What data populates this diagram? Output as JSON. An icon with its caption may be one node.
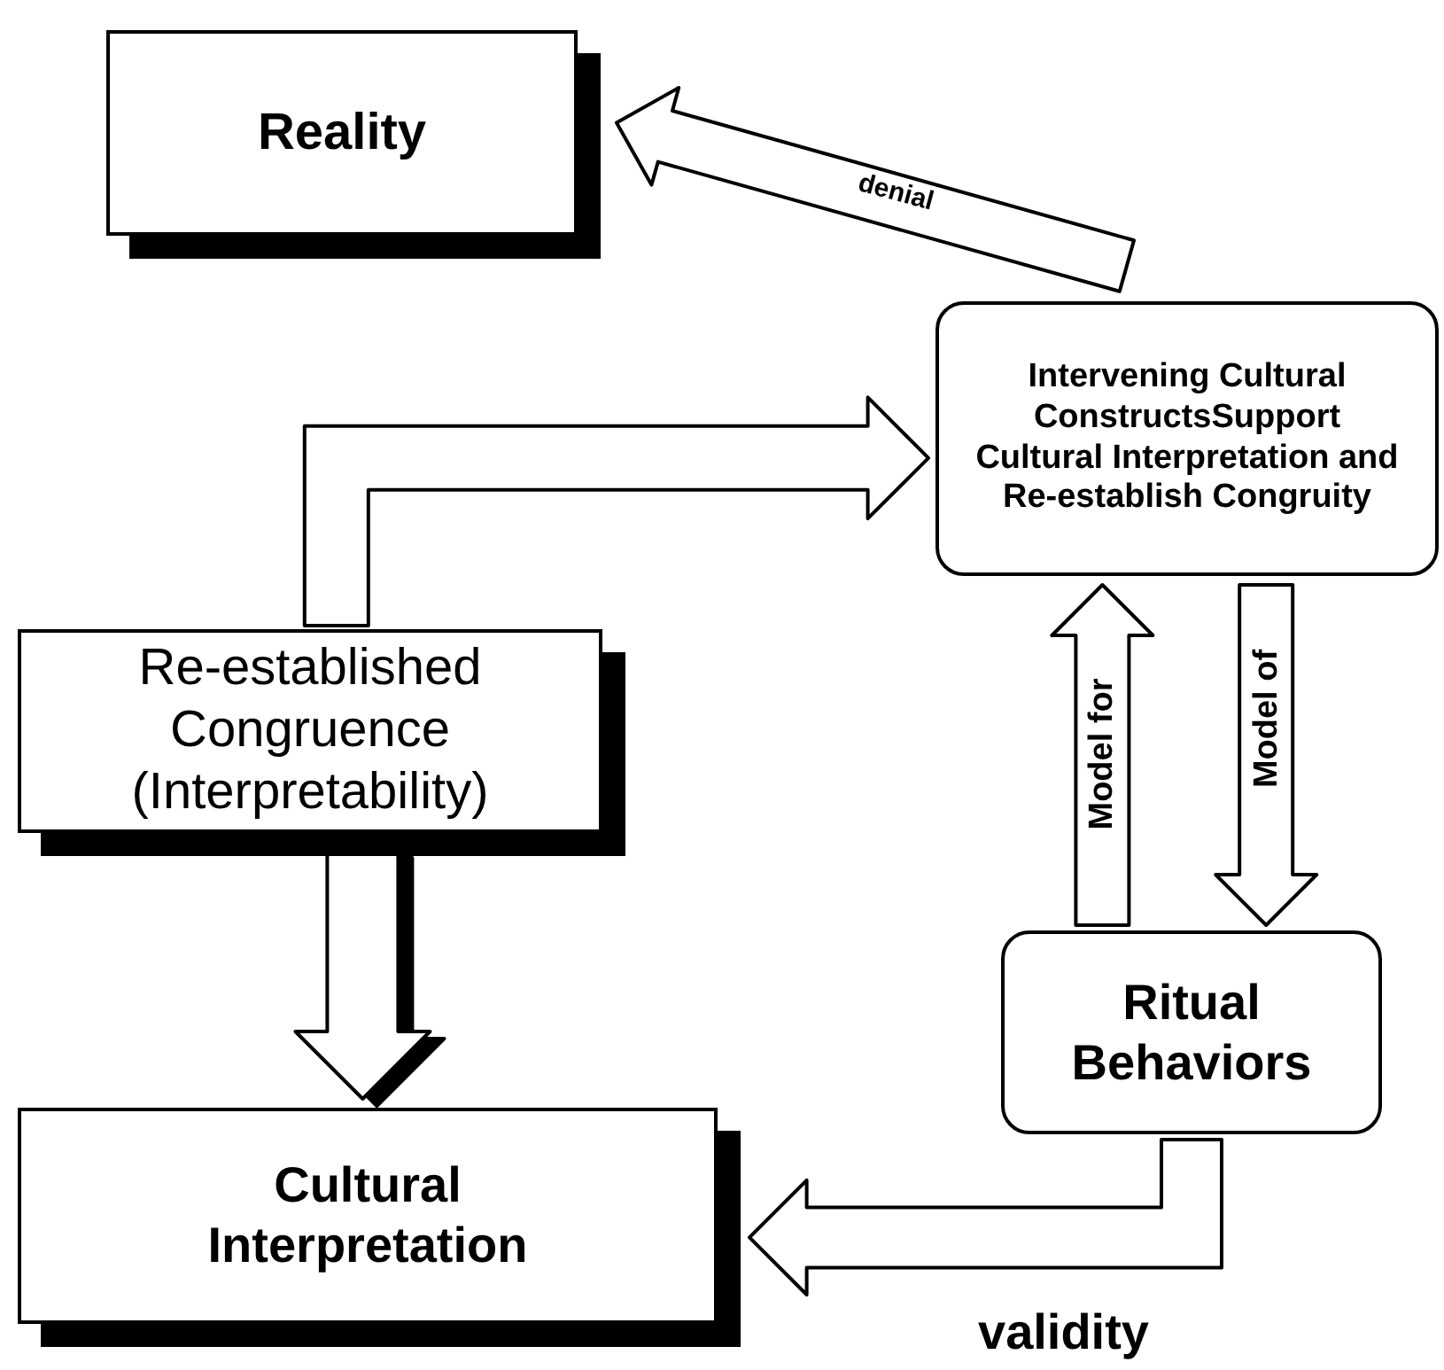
{
  "diagram": {
    "nodes": [
      {
        "text": [
          "Reality"
        ]
      },
      {
        "text": [
          "Intervening Cultural ConstructsSupport Cultural Interpretation and Re-establish Congruity"
        ]
      },
      {
        "text": [
          "Re-established Congruence (Interpretability)"
        ]
      },
      {
        "text": [
          "Ritual Behaviors"
        ]
      },
      {
        "text": [
          "Cultural Interpretation"
        ]
      }
    ],
    "edges": [
      {
        "from": 1,
        "to": 0,
        "arrow": "to",
        "label": "denial"
      },
      {
        "from": 2,
        "to": 1,
        "arrow": "to"
      },
      {
        "from": 3,
        "to": 1,
        "arrow": "to",
        "label": "Model for"
      },
      {
        "from": 1,
        "to": 3,
        "arrow": "to",
        "label": "Model of"
      },
      {
        "from": 2,
        "to": 4,
        "arrow": "to"
      },
      {
        "from": 3,
        "to": 4,
        "arrow": "to",
        "label": "validity"
      }
    ]
  }
}
